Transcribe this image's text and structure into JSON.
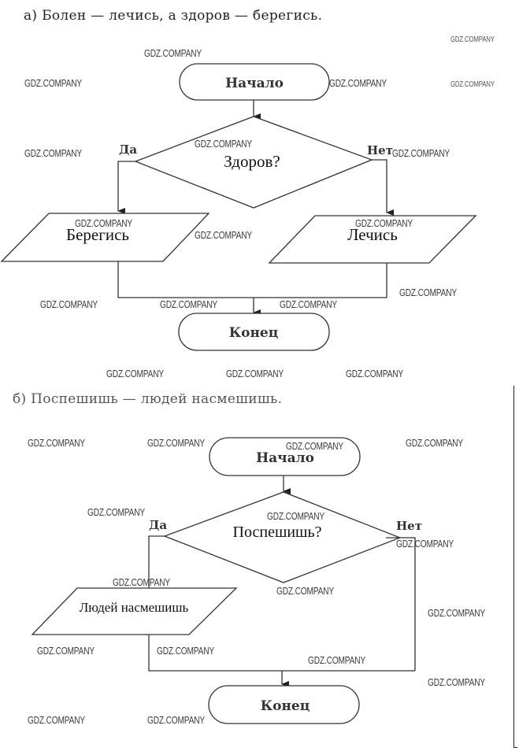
{
  "sections": [
    {
      "id": "a",
      "heading": "а) Болен — лечись, а здоров — берегись.",
      "start_label": "Начало",
      "decision_label": "Здоров?",
      "yes_label": "Да",
      "no_label": "Нет",
      "yes_action": "Берегись",
      "no_action": "Лечись",
      "end_label": "Конец"
    },
    {
      "id": "b",
      "heading": "б) Поспешишь — людей насмешишь.",
      "start_label": "Начало",
      "decision_label": "Поспешишь?",
      "yes_label": "Да",
      "no_label": "Нет",
      "yes_action": "Людей насмешишь",
      "end_label": "Конец"
    }
  ],
  "watermark": "GDZ.COMPANY"
}
